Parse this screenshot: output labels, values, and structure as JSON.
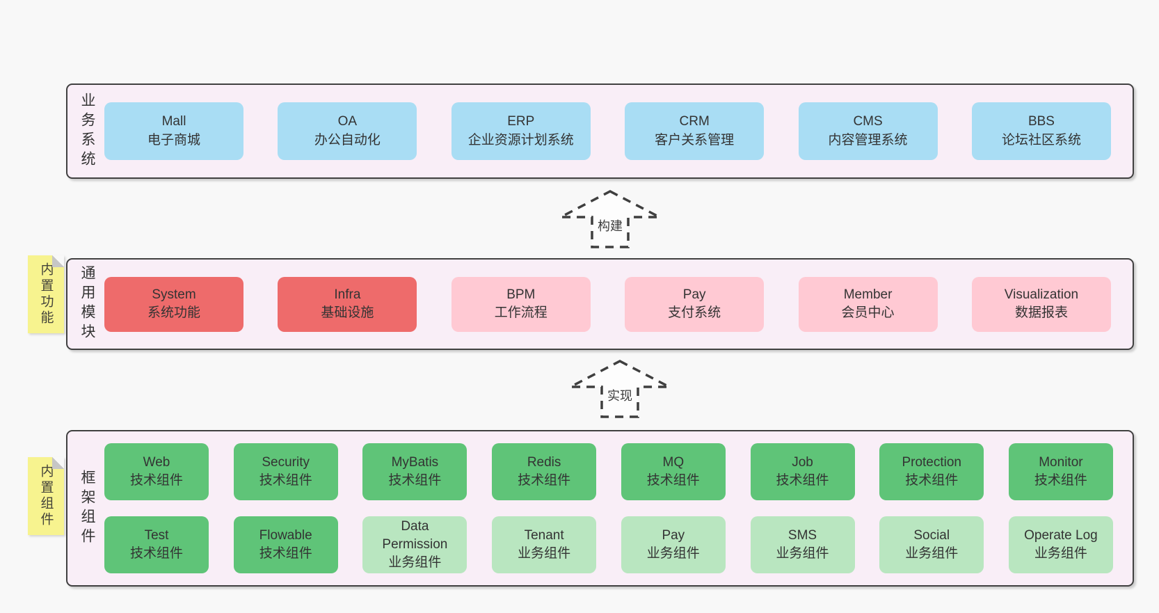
{
  "colors": {
    "page_bg": "#f8f8f8",
    "band_bg": "#f9eef7",
    "band_border": "#404040",
    "blue_box": "#a9ddf4",
    "red_box": "#ee6b6b",
    "pink_box": "#ffc9d3",
    "green_box": "#5fc478",
    "light_green_box": "#b9e6c0",
    "sticky_yellow": "#f7f38f",
    "text": "#333333"
  },
  "arrows": [
    {
      "label": "构建"
    },
    {
      "label": "实现"
    }
  ],
  "bands": [
    {
      "label": "业务系统",
      "boxes": [
        {
          "en": "Mall",
          "zh": "电子商城"
        },
        {
          "en": "OA",
          "zh": "办公自动化"
        },
        {
          "en": "ERP",
          "zh": "企业资源计划系统"
        },
        {
          "en": "CRM",
          "zh": "客户关系管理"
        },
        {
          "en": "CMS",
          "zh": "内容管理系统"
        },
        {
          "en": "BBS",
          "zh": "论坛社区系统"
        }
      ]
    },
    {
      "label": "通用模块",
      "sticky": "内置功能",
      "boxes": [
        {
          "en": "System",
          "zh": "系统功能"
        },
        {
          "en": "Infra",
          "zh": "基础设施"
        },
        {
          "en": "BPM",
          "zh": "工作流程"
        },
        {
          "en": "Pay",
          "zh": "支付系统"
        },
        {
          "en": "Member",
          "zh": "会员中心"
        },
        {
          "en": "Visualization",
          "zh": "数据报表"
        }
      ]
    },
    {
      "label": "框架组件",
      "sticky": "内置组件",
      "rows": [
        [
          {
            "en": "Web",
            "zh": "技术组件"
          },
          {
            "en": "Security",
            "zh": "技术组件"
          },
          {
            "en": "MyBatis",
            "zh": "技术组件"
          },
          {
            "en": "Redis",
            "zh": "技术组件"
          },
          {
            "en": "MQ",
            "zh": "技术组件"
          },
          {
            "en": "Job",
            "zh": "技术组件"
          },
          {
            "en": "Protection",
            "zh": "技术组件"
          },
          {
            "en": "Monitor",
            "zh": "技术组件"
          }
        ],
        [
          {
            "en": "Test",
            "zh": "技术组件"
          },
          {
            "en": "Flowable",
            "zh": "技术组件"
          },
          {
            "en": "Data Permission",
            "zh": "业务组件"
          },
          {
            "en": "Tenant",
            "zh": "业务组件"
          },
          {
            "en": "Pay",
            "zh": "业务组件"
          },
          {
            "en": "SMS",
            "zh": "业务组件"
          },
          {
            "en": "Social",
            "zh": "业务组件"
          },
          {
            "en": "Operate Log",
            "zh": "业务组件"
          }
        ]
      ]
    }
  ]
}
